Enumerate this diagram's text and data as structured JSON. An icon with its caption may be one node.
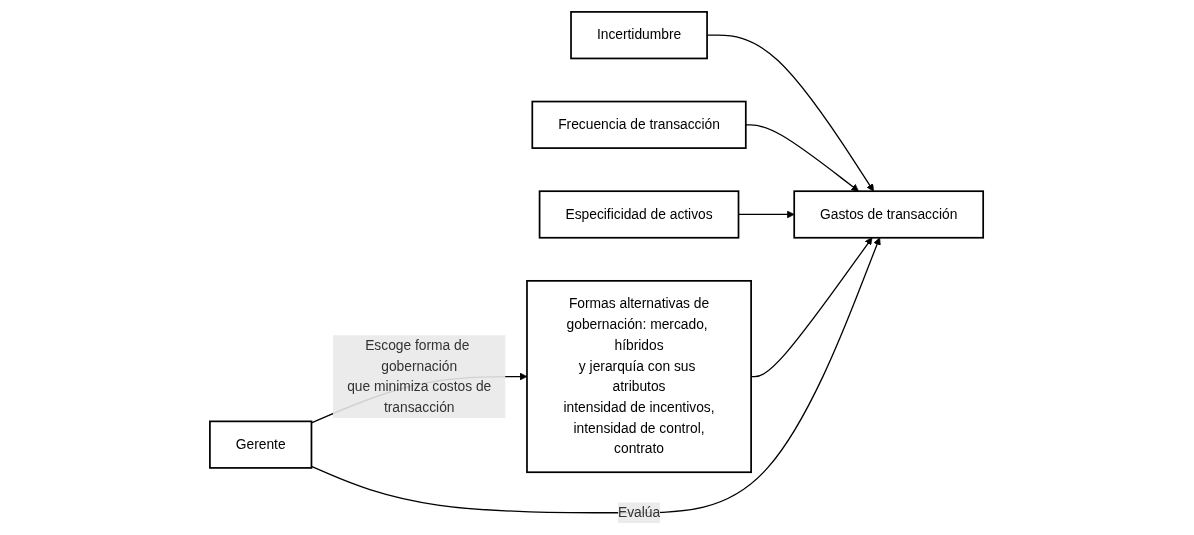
{
  "diagram": {
    "nodes": [
      {
        "text": [
          "Incertidumbre"
        ]
      },
      {
        "text": [
          "Frecuencia de transacción"
        ]
      },
      {
        "text": [
          "Especificidad de activos"
        ]
      },
      {
        "text": [
          "Gastos de transacción"
        ]
      },
      {
        "text": [
          "Formas alternativas de gobernación: mercado, híbridos y jerarquía con sus atributos intensidad de incentivos, intensidad de control, contrato"
        ]
      },
      {
        "text": [
          "Gerente"
        ]
      }
    ],
    "edges": [
      {
        "from": 0,
        "to": 3,
        "arrow": "to"
      },
      {
        "from": 1,
        "to": 3,
        "arrow": "to"
      },
      {
        "from": 2,
        "to": 3,
        "arrow": "to"
      },
      {
        "from": 4,
        "to": 3,
        "arrow": "to"
      },
      {
        "from": 5,
        "to": 3,
        "arrow": "to",
        "label": "Evalúa"
      },
      {
        "from": 5,
        "to": 4,
        "arrow": "to",
        "label": "Escoge forma de gobernación que minimiza costos de transacción"
      }
    ]
  }
}
